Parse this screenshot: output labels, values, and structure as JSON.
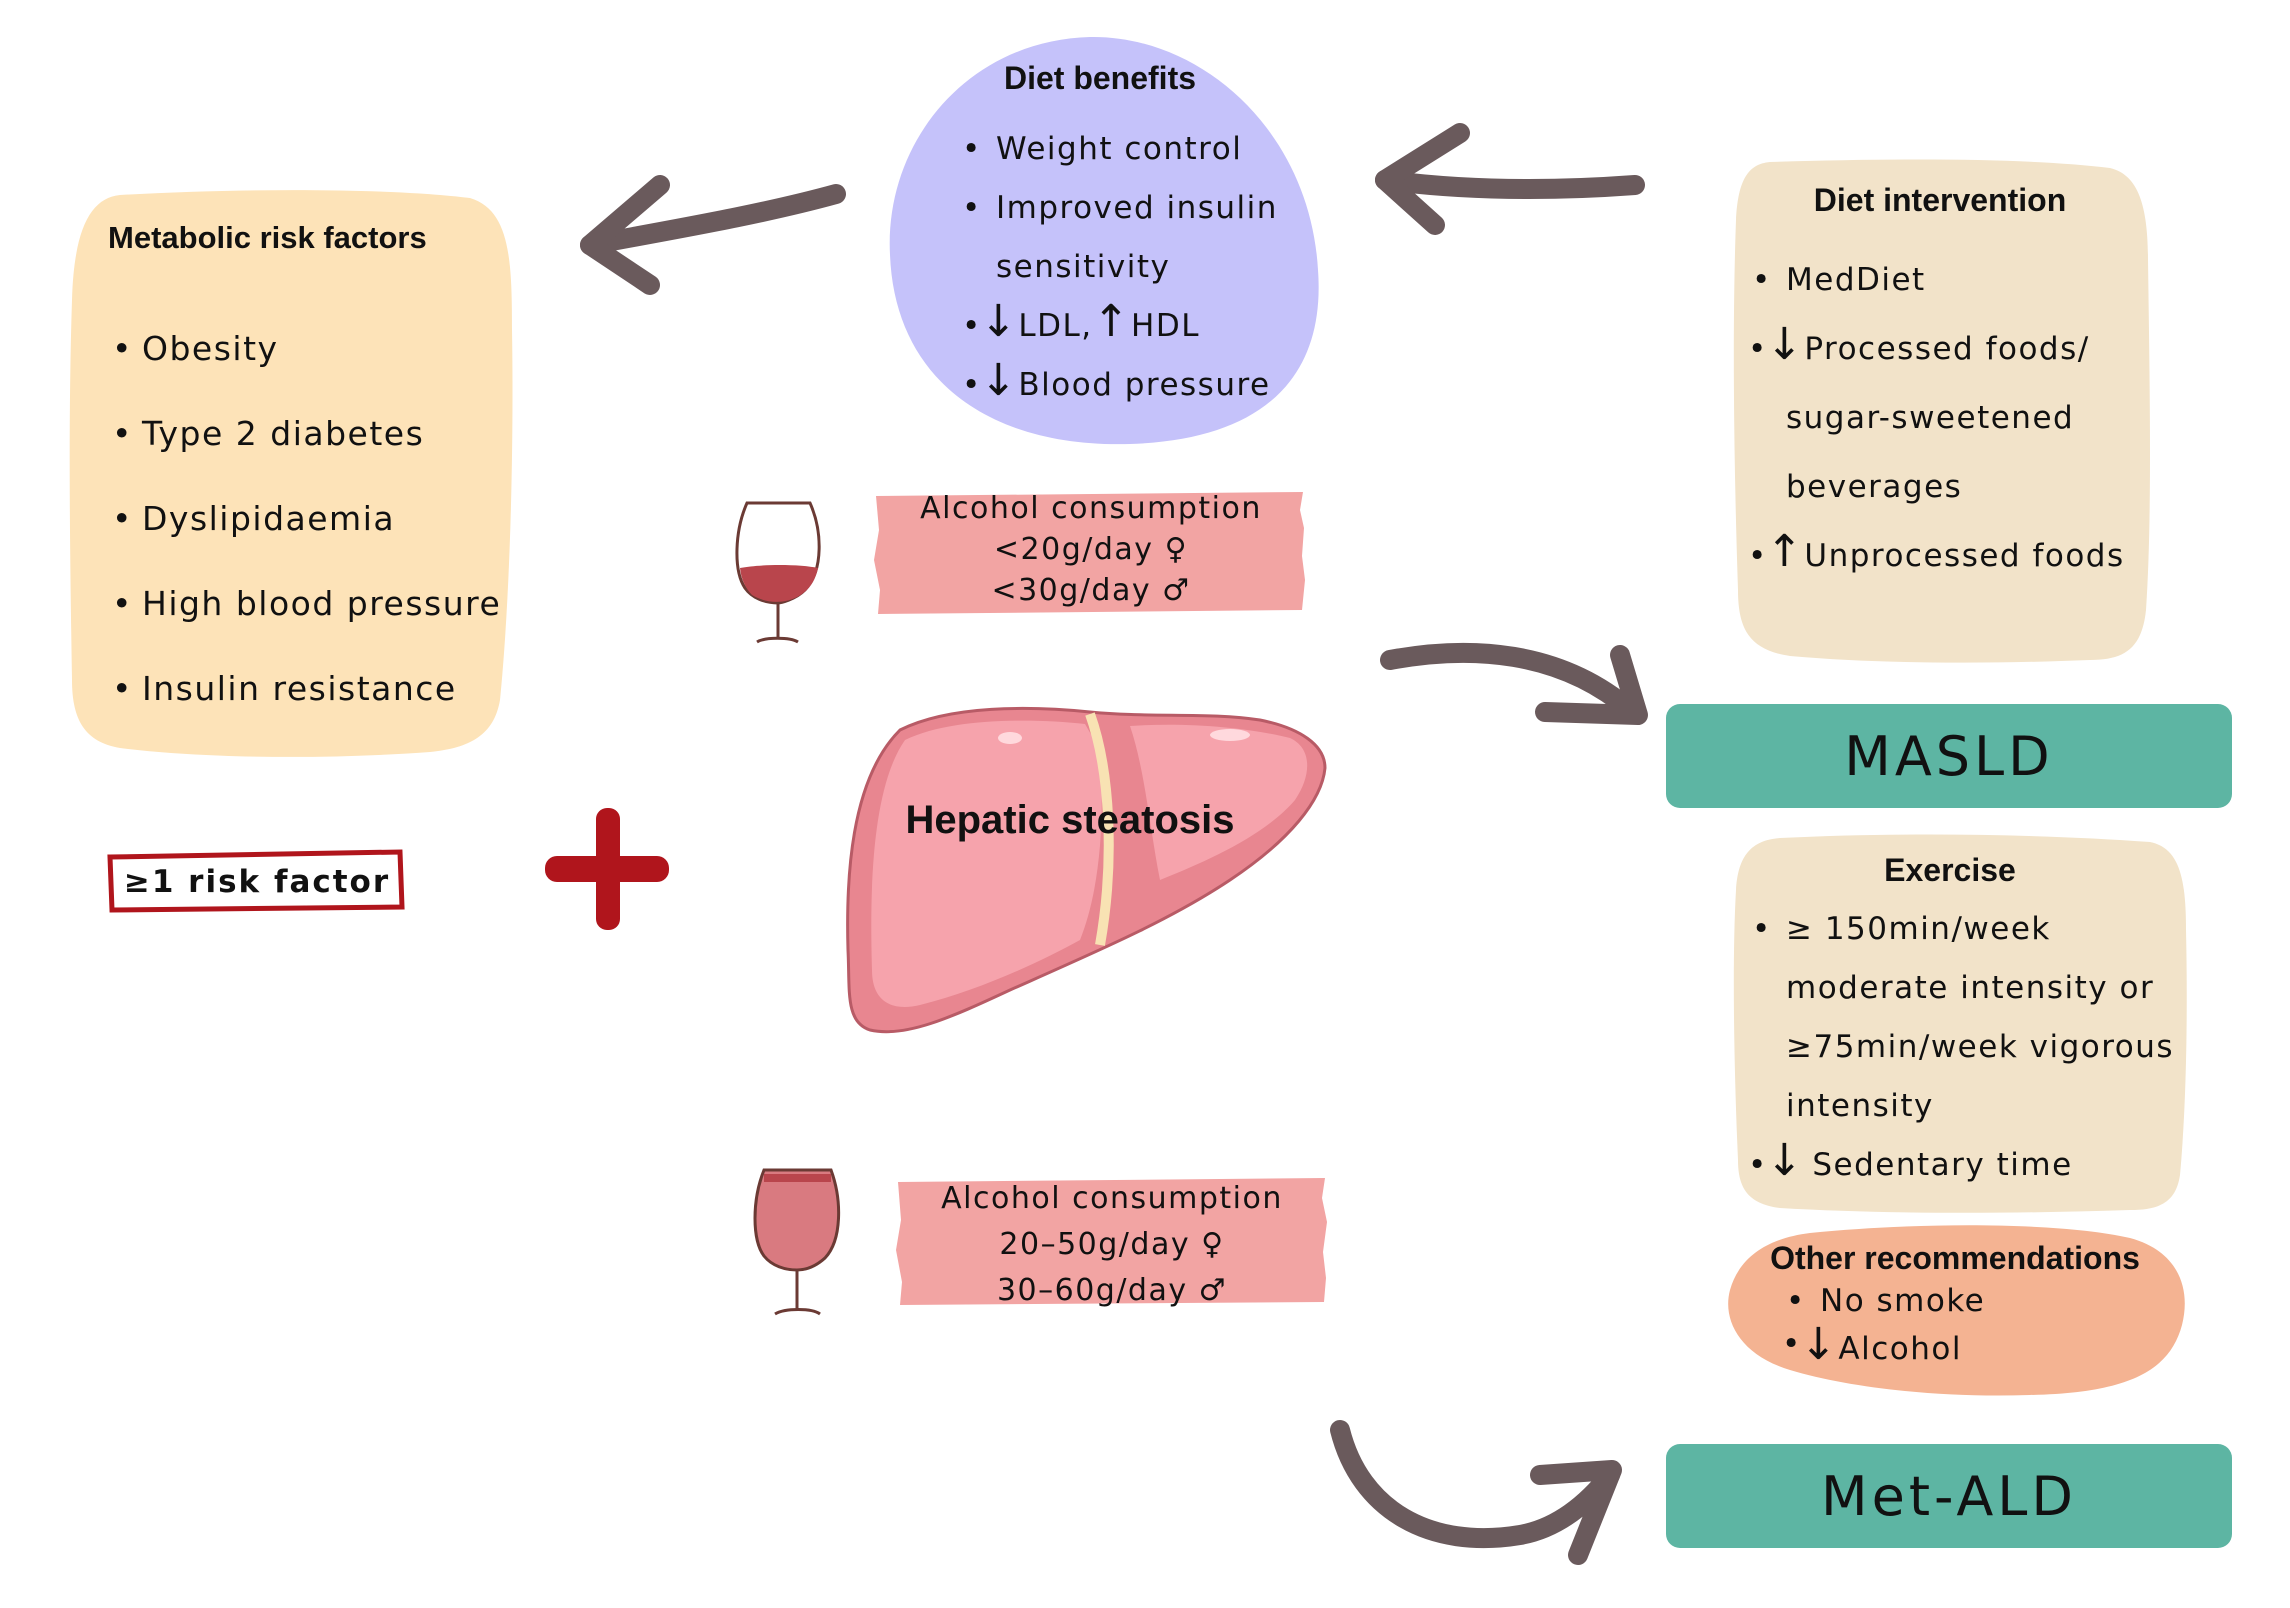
{
  "metabolic": {
    "title": "Metabolic risk factors",
    "items": [
      "Obesity",
      "Type 2 diabetes",
      "Dyslipidaemia",
      "High blood pressure",
      "Insulin resistance"
    ]
  },
  "risk_factor_label": "≥1 risk factor",
  "diet_benefits": {
    "title": "Diet benefits",
    "item1": "Weight control",
    "item2a": "Improved insulin",
    "item2b": "sensitivity",
    "item3_a": "LDL,",
    "item3_b": "HDL",
    "item4": "Blood pressure"
  },
  "alcohol_low": {
    "title": "Alcohol consumption",
    "line1": "<20g/day ♀",
    "line2": "<30g/day ♂"
  },
  "alcohol_high": {
    "title": "Alcohol consumption",
    "line1": "20–50g/day ♀",
    "line2": "30–60g/day ♂"
  },
  "liver_label": "Hepatic steatosis",
  "diet_intervention": {
    "title": "Diet intervention",
    "item1": "MedDiet",
    "item2a": "Processed foods/",
    "item2b": "sugar-sweetened",
    "item2c": "beverages",
    "item3": "Unprocessed foods"
  },
  "masld": "MASLD",
  "exercise": {
    "title": "Exercise",
    "line1": "≥ 150min/week",
    "line2": "moderate intensity or",
    "line3": "≥75min/week vigorous",
    "line4": "intensity",
    "line5": "Sedentary time"
  },
  "other": {
    "title": "Other recommendations",
    "item1": "No smoke",
    "item2": "Alcohol"
  },
  "metald": "Met-ALD",
  "colors": {
    "metabolic_box": "#fde3b8",
    "diet_benefits_blob": "#c5c2fa",
    "diet_box": "#f2e3c9",
    "other_blob": "#f4b392",
    "alcohol_box": "#f2a4a3",
    "teal": "#5db5a3",
    "arrow": "#6a5a5c",
    "plus": "#b0151c",
    "liver": "#f0909a"
  }
}
